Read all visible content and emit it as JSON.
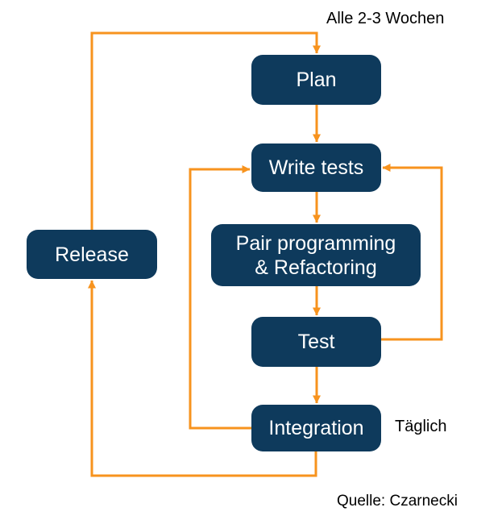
{
  "diagram": {
    "nodes": {
      "plan": {
        "label": "Plan"
      },
      "write_tests": {
        "label": "Write tests"
      },
      "pair_programming": {
        "label": "Pair programming\n& Refactoring"
      },
      "test": {
        "label": "Test"
      },
      "integration": {
        "label": "Integration"
      },
      "release": {
        "label": "Release"
      }
    },
    "annotations": {
      "cycle": "Alle 2-3 Wochen",
      "daily": "Täglich",
      "source": "Quelle: Czarnecki"
    },
    "edges": [
      {
        "from": "release",
        "to": "plan"
      },
      {
        "from": "plan",
        "to": "write_tests"
      },
      {
        "from": "write_tests",
        "to": "pair_programming"
      },
      {
        "from": "pair_programming",
        "to": "test"
      },
      {
        "from": "test",
        "to": "integration"
      },
      {
        "from": "test",
        "to": "write_tests"
      },
      {
        "from": "integration",
        "to": "write_tests"
      },
      {
        "from": "integration",
        "to": "release"
      }
    ],
    "colors": {
      "node_fill": "#0e3a5c",
      "node_text": "#ffffff",
      "arrow": "#f7931e",
      "annotation_text": "#000000",
      "background": "#ffffff"
    }
  }
}
